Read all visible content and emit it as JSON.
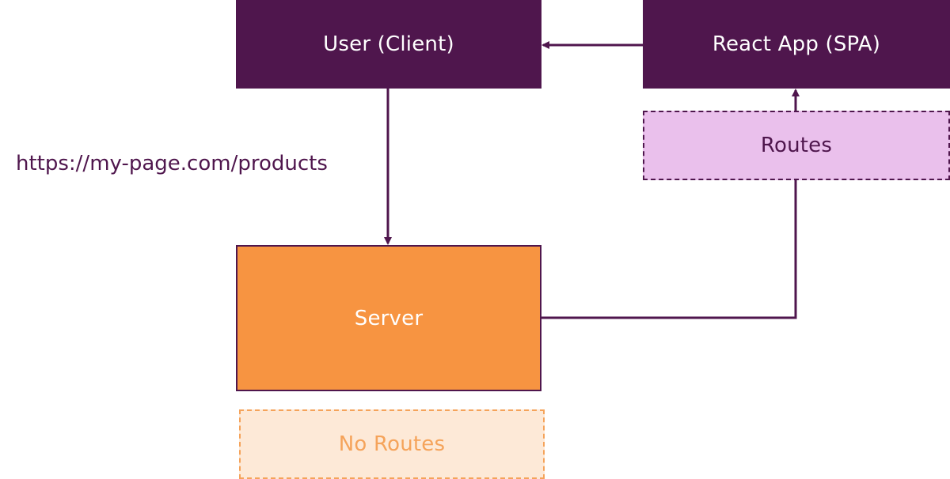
{
  "nodes": {
    "user_client": "User (Client)",
    "react_app": "React App (SPA)",
    "routes": "Routes",
    "server": "Server",
    "no_routes": "No Routes"
  },
  "edge_labels": {
    "request_url": "https://my-page.com/products"
  },
  "colors": {
    "dark_purple": "#4f164d",
    "light_purple": "#eac0ec",
    "orange": "#f79441",
    "light_orange": "#fde9d7",
    "orange_text": "#f5a35a"
  }
}
